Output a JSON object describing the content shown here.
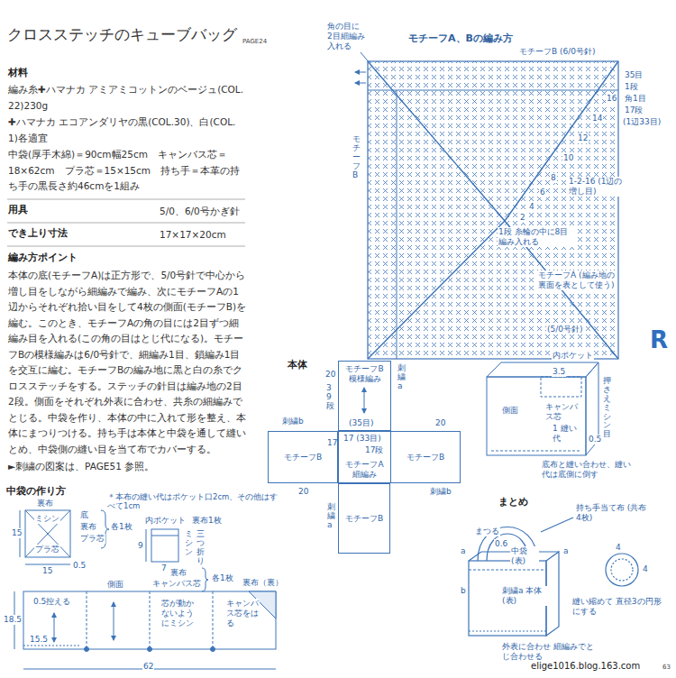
{
  "diagram": {
    "title": "クロスステッチのキューブバッグ",
    "nodes": [
      {
        "text": [
          "モチーフB 模様編み"
        ]
      },
      {
        "text": [
          "モチーフB"
        ]
      },
      {
        "text": [
          "モチーフA 細編み"
        ]
      },
      {
        "text": [
          "モチーフB"
        ]
      },
      {
        "text": [
          "モチーフB"
        ]
      }
    ],
    "labels": [
      "PAGE24",
      "材料",
      "編み糸✚ハマナカ アミアミコットンのベージュ(COL. 22)230g",
      "✚ハマナカ エコアンダリヤの黒(COL.30)、白(COL. 1)各適宜",
      "中袋(厚手木綿)＝90cm幅25cm　キャンバス芯＝18×62cm　プラ芯＝15×15cm　持ち手＝本革の持ち手の黒長さ約46cmを1組み",
      "用具",
      "5/0、6/0号かぎ針",
      "でき上り寸法",
      "17×17×20cm",
      "編み方ポイント",
      "本体の底(モチーフA)は正方形で、5/0号針で中心から増し目をしながら細編みで編み、次にモチーフAの1辺からそれぞれ拾い目をして4枚の側面(モチーフB)を編む。このとき、モチーフAの角の目には2目ずつ細編み目を入れる(この角の目はとじ代になる)。モチーフBの模様編みは6/0号針で、細編み1目、鎖編み1目を交互に編む。モチーフBの編み地に黒と白の糸でクロスステッチをする。ステッチの針目は編み地の2目2段。側面をそれぞれ外表に合わせ、共糸の細編みでとじる。中袋を作り、本体の中に入れて形を整え、本体にまつりつける。持ち手は本体と中袋を通して縫いとめ、中袋側の縫い目を当て布でカバーする。",
      "►刺繍の図案は、PAGE51 参照。",
      "中袋の作り方",
      "＊本布の縫い代はポケット口2cm、その他はすべて1cm",
      "裏布",
      "ミシン",
      "プラ芯",
      "15",
      "15",
      "0.5",
      "底",
      "裏布",
      "プラ芯",
      "各1枚",
      "内ポケット",
      "裏布1枚",
      "ミシン",
      "三つ折り",
      "9",
      "7",
      "裏布",
      "キャンバス芯",
      "各1枚",
      "側面",
      "裏布（裏）",
      "0.5控える",
      "芯が動かないようにミシン",
      "キャンバス芯をはる",
      "18.5",
      "15.5",
      "62",
      "モチーフA、Bの編み方",
      "モチーフB (6/0号針)",
      "角の目に 2目細編み入れる",
      "35目",
      "1段",
      "角1目",
      "17段",
      "(1辺33目)",
      "16",
      "14",
      "12",
      "10",
      "8",
      "6",
      "4",
      "2",
      "1-2-16 (1辺の増し目)",
      "1段 糸輪の中に8目編み入れる",
      "モチーフB",
      "モチーフA (編み地の裏面を表として使う)",
      "(5/0号針)",
      "本体",
      "20",
      "39段",
      "刺繍a",
      "(35目)",
      "17 (33目)",
      "17段",
      "17",
      "刺繍b",
      "20",
      "20",
      "刺繍b",
      "刺繍a",
      "内ポケット",
      "3.5",
      "押さえミシン目",
      "側面",
      "キャンバス芯",
      "1 縫い代",
      "0.5",
      "底布と縫い合わせ、縫い代は底側に倒す",
      "まとめ",
      "持ち手当て布 (共布4枚)",
      "まつる",
      "0.6",
      "a",
      "a",
      "b",
      "中袋 (表)",
      "刺繍a 本体(表)",
      "4",
      "4",
      "縫い縮めて 直径3の円形にする",
      "外表に合わせ 細編みでとじ合わせる",
      "R",
      "elige1016.blog.163.com",
      "63"
    ]
  }
}
